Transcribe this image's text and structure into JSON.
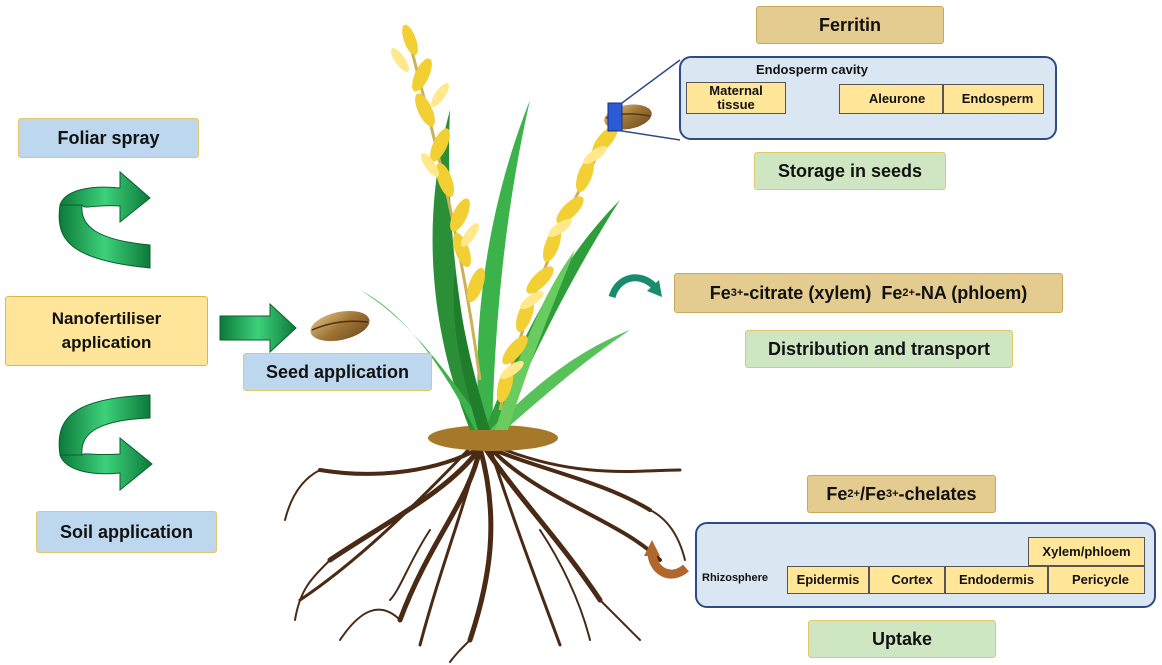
{
  "left": {
    "foliar_spray": "Foliar spray",
    "nanofertiliser": "Nanofertiliser application",
    "soil_application": "Soil application",
    "seed_application": "Seed application"
  },
  "storage": {
    "ferritin": "Ferritin",
    "endosperm_cavity": "Endosperm cavity",
    "maternal_tissue": "Maternal tissue",
    "aleurone": "Aleurone",
    "endosperm": "Endosperm",
    "label": "Storage in seeds"
  },
  "distribution": {
    "fe3_prefix": "Fe",
    "fe3_sup": "3+",
    "fe3_rest": "-citrate (xylem)",
    "fe2_prefix": "Fe",
    "fe2_sup": "2+",
    "fe2_rest": "-NA (phloem)",
    "label": "Distribution and transport"
  },
  "uptake": {
    "chel_fe": "Fe",
    "chel_sup1": "2+",
    "chel_mid": "/Fe",
    "chel_sup2": "3+",
    "chel_rest": "-chelates",
    "rhizosphere": "Rhizosphere",
    "epidermis": "Epidermis",
    "cortex": "Cortex",
    "endodermis": "Endodermis",
    "pericycle": "Pericycle",
    "xylem_phloem": "Xylem/phloem",
    "label": "Uptake"
  },
  "colors": {
    "green_arrow": "#1fa14a",
    "teal_arrow": "#1a8c6e",
    "brown_arrow": "#b0672e",
    "panel_border": "#2f4a86",
    "soil": "#a5782a",
    "root": "#4a2a14"
  }
}
